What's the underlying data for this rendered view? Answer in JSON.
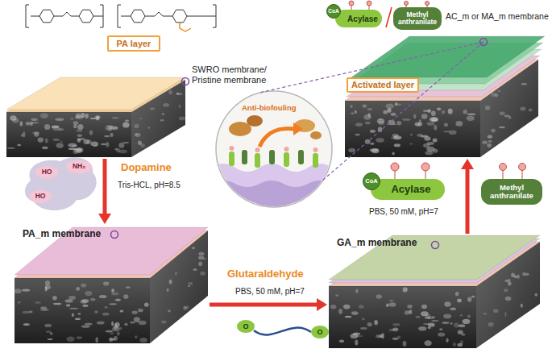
{
  "diagram": {
    "nodes": [
      {
        "text": [
          "PA layer"
        ]
      },
      {
        "text": [
          "SWRO membrane/ Pristine membrane"
        ]
      },
      {
        "text": [
          "Acylase"
        ]
      },
      {
        "text": [
          "CoA"
        ],
        "in": 2
      },
      {
        "text": [
          "Methyl anthranilate"
        ]
      },
      {
        "text": [
          "AC_m or MA_m membrane"
        ]
      },
      {
        "text": [
          "Activated layer"
        ]
      },
      {
        "text": [
          "PA_m membrane"
        ]
      },
      {
        "text": [
          "GA_m membrane"
        ]
      },
      {
        "text": [
          "Acylase"
        ]
      },
      {
        "text": [
          "CoA"
        ],
        "in": 9
      },
      {
        "text": [
          "Methyl anthranilate"
        ]
      }
    ],
    "edges": [
      {
        "from": 1,
        "to": 7,
        "arrow": "to",
        "label": "Dopamine"
      },
      {
        "from": 7,
        "to": 8,
        "arrow": "to",
        "label": "Glutaraldehyde"
      },
      {
        "from": 8,
        "to": 5,
        "arrow": "to"
      }
    ],
    "labels": [
      "Tris-HCL, pH=8.5",
      "PBS, 50 mM, pH=7",
      "PBS, 50 mM, pH=7",
      "Anti-biofouling",
      "HO",
      "HO",
      "NH₂",
      "O",
      "O"
    ]
  }
}
